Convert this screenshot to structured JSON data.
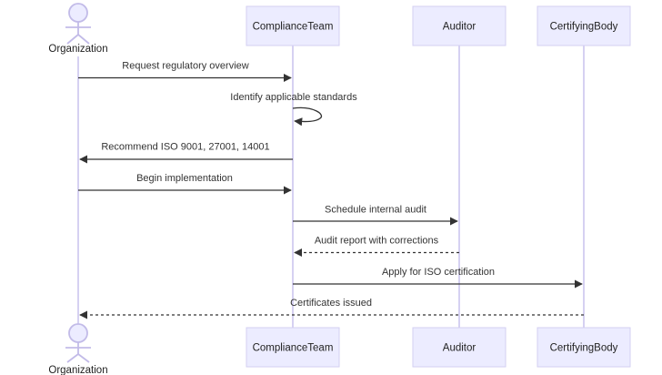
{
  "participants": {
    "organization": {
      "label": "Organization",
      "kind": "actor"
    },
    "compliance": {
      "label": "ComplianceTeam",
      "kind": "box"
    },
    "auditor": {
      "label": "Auditor",
      "kind": "box"
    },
    "certifying": {
      "label": "CertifyingBody",
      "kind": "box"
    }
  },
  "messages": [
    {
      "from": "organization",
      "to": "compliance",
      "text": "Request regulatory overview",
      "style": "solid"
    },
    {
      "from": "compliance",
      "to": "compliance",
      "text": "Identify applicable standards",
      "style": "solid"
    },
    {
      "from": "compliance",
      "to": "organization",
      "text": "Recommend ISO 9001, 27001, 14001",
      "style": "solid"
    },
    {
      "from": "organization",
      "to": "compliance",
      "text": "Begin implementation",
      "style": "solid"
    },
    {
      "from": "compliance",
      "to": "auditor",
      "text": "Schedule internal audit",
      "style": "solid"
    },
    {
      "from": "auditor",
      "to": "compliance",
      "text": "Audit report with corrections",
      "style": "dashed"
    },
    {
      "from": "compliance",
      "to": "certifying",
      "text": "Apply for ISO certification",
      "style": "solid"
    },
    {
      "from": "certifying",
      "to": "organization",
      "text": "Certificates issued",
      "style": "dashed"
    }
  ],
  "colors": {
    "participant_fill": "#ECECFF",
    "participant_border": "#d3cff2",
    "lifeline": "#c9c2ee",
    "arrow": "#333333"
  }
}
